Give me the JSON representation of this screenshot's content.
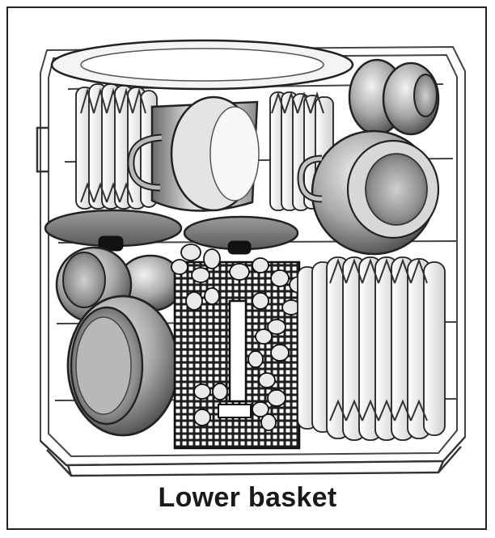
{
  "caption": "Lower basket",
  "illustration": {
    "subject": "dishwasher-lower-basket",
    "palette": {
      "outline": "#222222",
      "rack": "#444444",
      "light": "#e6e6e6",
      "mid": "#9a9a9a",
      "dark": "#4a4a4a",
      "background": "#ffffff"
    },
    "items": [
      "oval-platter",
      "dinner-plates-back-left",
      "cooking-pot",
      "side-plates-back",
      "small-bowls-top-right",
      "casserole-dish",
      "pot-lid-left",
      "pot-lid-center",
      "bowls-front-left",
      "cutlery-basket",
      "dinner-plates-front-right"
    ]
  }
}
